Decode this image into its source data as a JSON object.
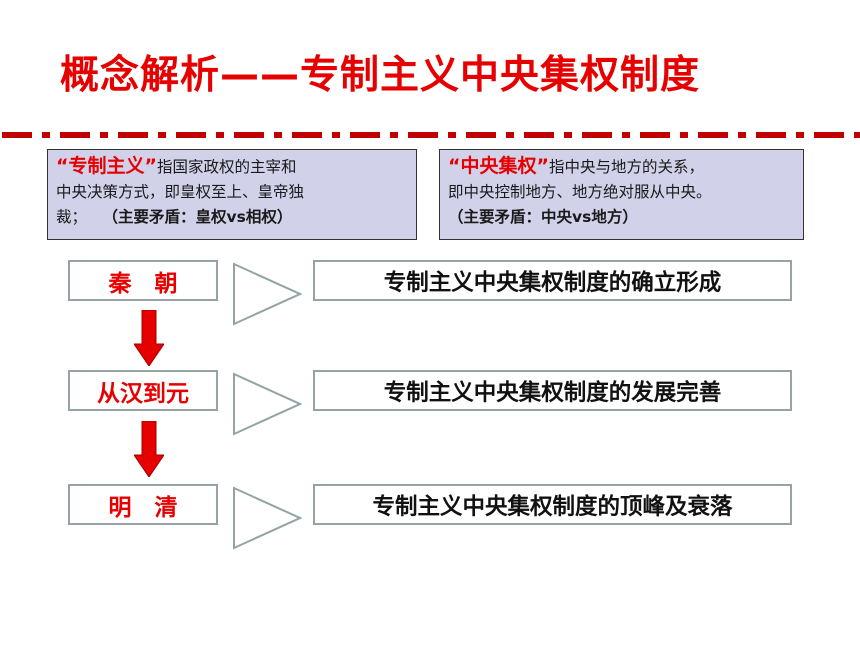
{
  "title": "概念解析——专制主义中央集权制度",
  "definitions": [
    {
      "term": "“专制主义”",
      "line1": "指国家政权的主宰和",
      "line2": "中央决策方式，即皇权至上、皇帝独",
      "line3_lead": "裁；　　",
      "note": "（主要矛盾：皇权vs相权）"
    },
    {
      "term": "“中央集权”",
      "line1": "指中央与地方的关系，",
      "line2": "即中央控制地方、地方绝对服从中央。",
      "line3_lead": "",
      "note": "（主要矛盾：中央vs地方）"
    }
  ],
  "stages": [
    {
      "era": "秦　朝",
      "desc": "专制主义中央集权制度的确立形成"
    },
    {
      "era": "从汉到元",
      "desc": "专制主义中央集权制度的发展完善"
    },
    {
      "era": "明　清",
      "desc": "专制主义中央集权制度的顶峰及衰落"
    }
  ],
  "colors": {
    "accent_red": "#e60000",
    "definition_bg": "#d1d1ea",
    "box_border": "#93a3a6"
  }
}
